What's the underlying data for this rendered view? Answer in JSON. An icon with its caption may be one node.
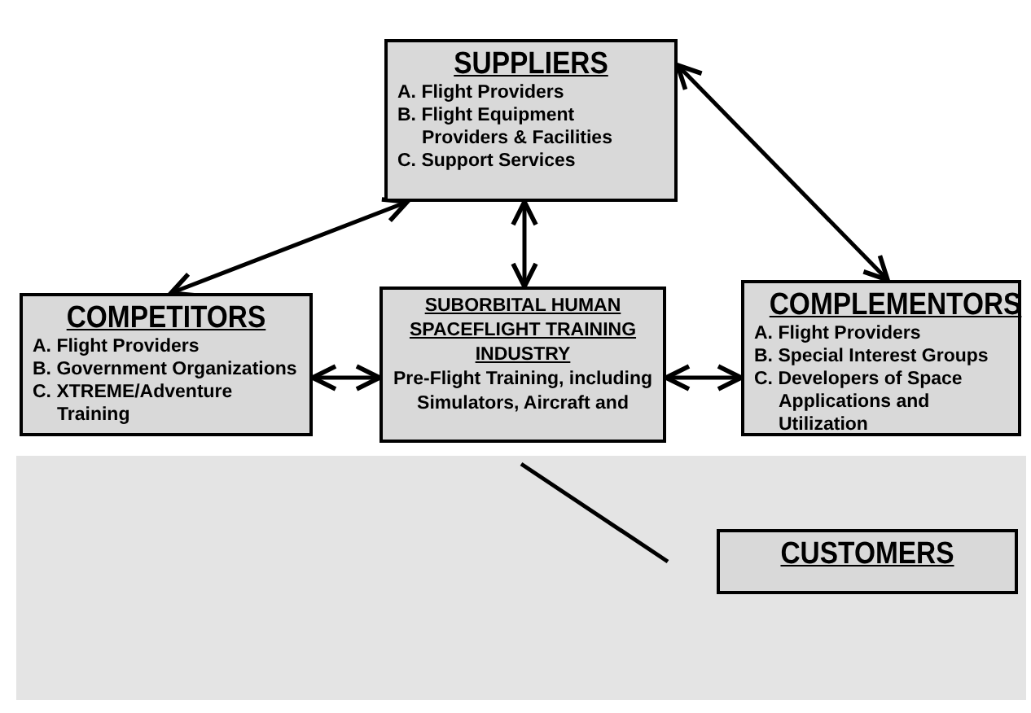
{
  "diagram": {
    "nodes": [
      {
        "text": [
          "SUPPLIERS",
          "A. Flight Providers",
          "B. Flight Equipment Providers & Facilities",
          "C. Support Services"
        ]
      },
      {
        "text": [
          "COMPETITORS",
          "A. Flight Providers",
          "B. Government Organizations",
          "C. XTREME/Adventure Training"
        ]
      },
      {
        "text": [
          "SUBORBITAL HUMAN SPACEFLIGHT TRAINING INDUSTRY",
          "Pre-Flight Training, including Simulators, Aircraft and"
        ]
      },
      {
        "text": [
          "COMPLEMENTORS",
          "A. Flight Providers",
          "B. Special Interest Groups",
          "C. Developers of Space Applications and Utilization"
        ]
      },
      {
        "text": [
          "CUSTOMERS"
        ]
      }
    ],
    "edges": [
      {
        "from": 0,
        "to": 1,
        "arrow": "both"
      },
      {
        "from": 0,
        "to": 3,
        "arrow": "both"
      },
      {
        "from": 0,
        "to": 2,
        "arrow": "both"
      },
      {
        "from": 1,
        "to": 2,
        "arrow": "both"
      },
      {
        "from": 2,
        "to": 3,
        "arrow": "both"
      },
      {
        "from": 2,
        "to": 4,
        "arrow": "none"
      }
    ]
  }
}
